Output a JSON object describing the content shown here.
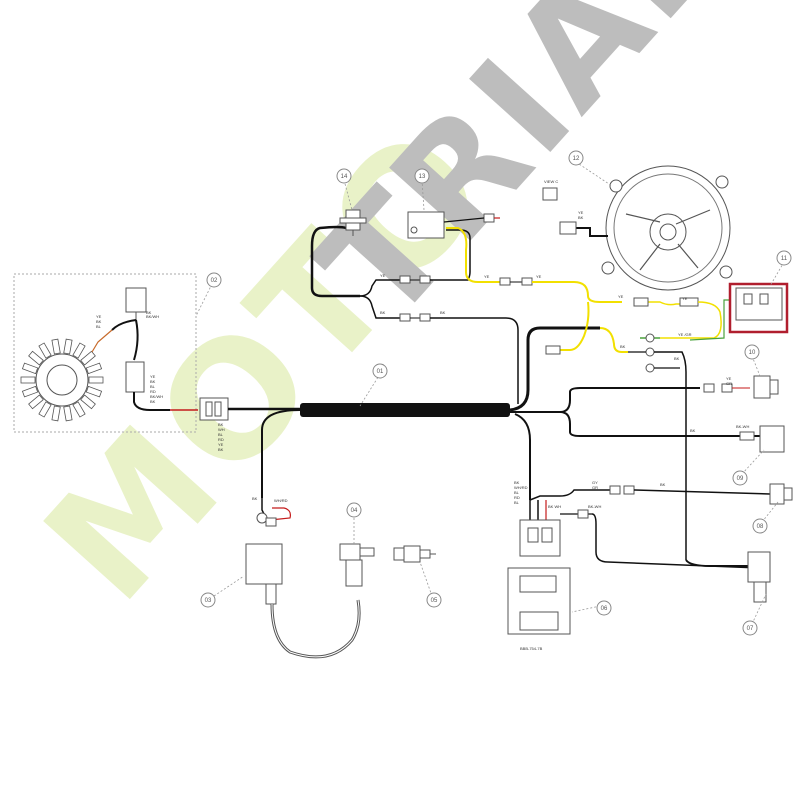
{
  "watermark": {
    "text": "MOTO TRIAL",
    "color_moto": "#e9f2c8",
    "color_trial": "#bdbdbd"
  },
  "colors": {
    "wire_black": "#111111",
    "wire_yellow": "#f2e000",
    "wire_red": "#d11a1a",
    "wire_green": "#4aa23c",
    "highlight": "#b01e2e",
    "line": "#555555"
  },
  "callouts": [
    {
      "id": "01",
      "label": "01"
    },
    {
      "id": "02",
      "label": "02"
    },
    {
      "id": "03",
      "label": "03"
    },
    {
      "id": "04",
      "label": "04"
    },
    {
      "id": "05",
      "label": "05"
    },
    {
      "id": "06",
      "label": "06"
    },
    {
      "id": "07",
      "label": "07"
    },
    {
      "id": "08",
      "label": "08"
    },
    {
      "id": "09",
      "label": "09"
    },
    {
      "id": "10",
      "label": "10"
    },
    {
      "id": "11",
      "label": "11"
    },
    {
      "id": "12",
      "label": "12"
    },
    {
      "id": "13",
      "label": "13"
    },
    {
      "id": "14",
      "label": "14"
    }
  ],
  "highlight": {
    "target": "11"
  },
  "view_label": "VIEW C",
  "ecu_label": "BBB-754-7B",
  "wire_labels": {
    "stator_main": [
      "YE",
      "BK",
      "BL",
      "RD",
      "BK/WH"
    ],
    "stator_connector": [
      "YE",
      "BK",
      "BL",
      "RD",
      "BK/WH",
      "BK"
    ],
    "loom_left": [
      "BK",
      "WH",
      "BL",
      "RD",
      "YE",
      "BK"
    ],
    "ecu_top": [
      "BK",
      "WH/RD",
      "BL",
      "RD",
      "BL"
    ],
    "fan_top": [
      "YE",
      "BK"
    ],
    "coil": [
      "BK",
      "WH/RD"
    ],
    "switch_a": "YE",
    "switch_b": "BK",
    "relay_ye": "YE",
    "relay_ye2": "YE",
    "relay_ye_gr": "YE /GR",
    "relay_bk": "BK",
    "relay_bk2": "BK",
    "horn_a": "YE",
    "horn_b": "GR",
    "bk_wh": "BK-WH",
    "bk_a": "BK",
    "gy_a": "GY",
    "gy_b": "GR",
    "ecu_sub": "BK WH"
  }
}
